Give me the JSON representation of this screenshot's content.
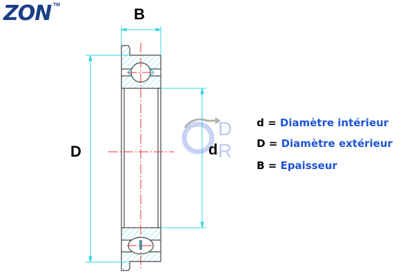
{
  "logo": {
    "text": "ZON",
    "trademark": "TM"
  },
  "dimensions": {
    "B": "B",
    "D": "D",
    "d": "d"
  },
  "legend": [
    {
      "key": "d",
      "eq": " = ",
      "label": "Diamètre intérieur"
    },
    {
      "key": "D",
      "eq": " = ",
      "label": "Diamètre extérieur"
    },
    {
      "key": "B",
      "eq": " = ",
      "label": "Epaisseur"
    }
  ],
  "watermark": {
    "text": "DR"
  },
  "colors": {
    "dimension": "#33d6e6",
    "centerline": "#e0322e",
    "legend": "#1e56d6",
    "logo": "#1b3f86"
  }
}
